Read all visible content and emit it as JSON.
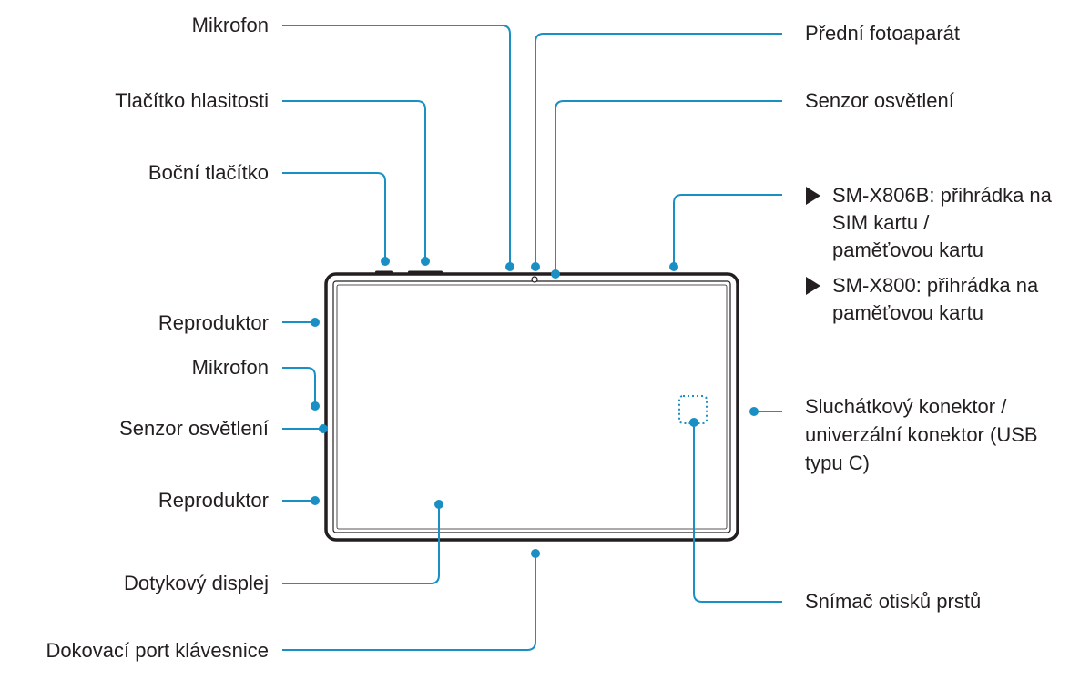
{
  "colors": {
    "leader": "#1a8fc4",
    "text": "#231f20",
    "device_frame": "#231f20",
    "bullet": "#231f20"
  },
  "labels": {
    "mic_top": "Mikrofon",
    "volume": "Tlačítko hlasitosti",
    "side_key": "Boční tlačítko",
    "speaker_top": "Reproduktor",
    "mic_left": "Mikrofon",
    "light_sensor_left": "Senzor osvětlení",
    "speaker_bottom": "Reproduktor",
    "touchscreen": "Dotykový displej",
    "keyboard_dock": "Dokovací port klávesnice",
    "front_camera": "Přední fotoaparát",
    "light_sensor_top": "Senzor osvětlení",
    "tray_1_line1": "SM-X806B: přihrádka na",
    "tray_1_line2": "SIM kartu /",
    "tray_1_line3": "paměťovou kartu",
    "tray_2_line1": "SM-X800: přihrádka na",
    "tray_2_line2": "paměťovou kartu",
    "connector_line1": "Sluchátkový konektor /",
    "connector_line2": "univerzální konektor (USB",
    "connector_line3": "typu C)",
    "fingerprint": "Snímač otisků prstů"
  },
  "icons": {
    "bullet": "triangle-right-icon",
    "camera": "camera-lens-icon",
    "fingerprint_area": "dotted-square-icon"
  }
}
